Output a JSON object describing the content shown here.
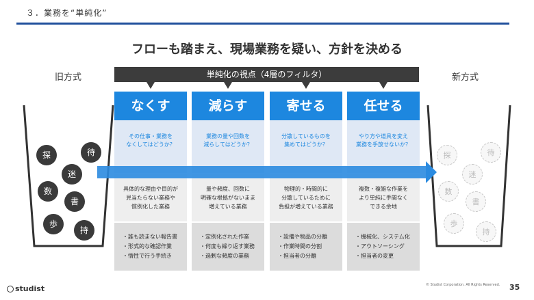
{
  "section": "３．業務を“単純化”",
  "headline": "フローも踏まえ、現場業務を疑い、方針を決める",
  "old_label": "旧方式",
  "new_label": "新方式",
  "filter_bar": "単純化の視点（4層のフィルタ）",
  "columns": [
    {
      "heading": "なくす",
      "question": "その仕事・業務を\nなくしてはどうか？",
      "description": "具体的な理由や目的が\n見当たらない業務や\n慣例化した業務",
      "examples": [
        "・誰も読まない報告書",
        "・形式的な確認作業",
        "・惰性で行う手続き"
      ]
    },
    {
      "heading": "減らす",
      "question": "業務の量や回数を\n減らしてはどうか？",
      "description": "量や頻度、回数に\n明確な根拠がないまま\n増えている業務",
      "examples": [
        "・定例化された作業",
        "・何度も繰り返す業務",
        "・過剰な頻度の業務"
      ]
    },
    {
      "heading": "寄せる",
      "question": "分散しているものを\n集めてはどうか？",
      "description": "物理的・時間的に\n分散しているために\n負担が増えている業務",
      "examples": [
        "・設備や物品の分離",
        "・作業時間の分割",
        "・担当者の分離"
      ]
    },
    {
      "heading": "任せる",
      "question": "やり方や道具を変え\n業務を手放せないか？",
      "description": "複数・複雑な作業を\nより単純に手間なく\nできる余地",
      "examples": [
        "・機械化、システム化",
        "・アウトソーシング",
        "・担当者の変更"
      ]
    }
  ],
  "old_items": [
    "探",
    "待",
    "迷",
    "数",
    "書",
    "歩",
    "持"
  ],
  "new_items": [
    "探",
    "待",
    "迷",
    "数",
    "書",
    "歩",
    "持"
  ],
  "logo": "studist",
  "copyright": "© Studist Corporation. All Rights Reserved.",
  "page_number": "35"
}
